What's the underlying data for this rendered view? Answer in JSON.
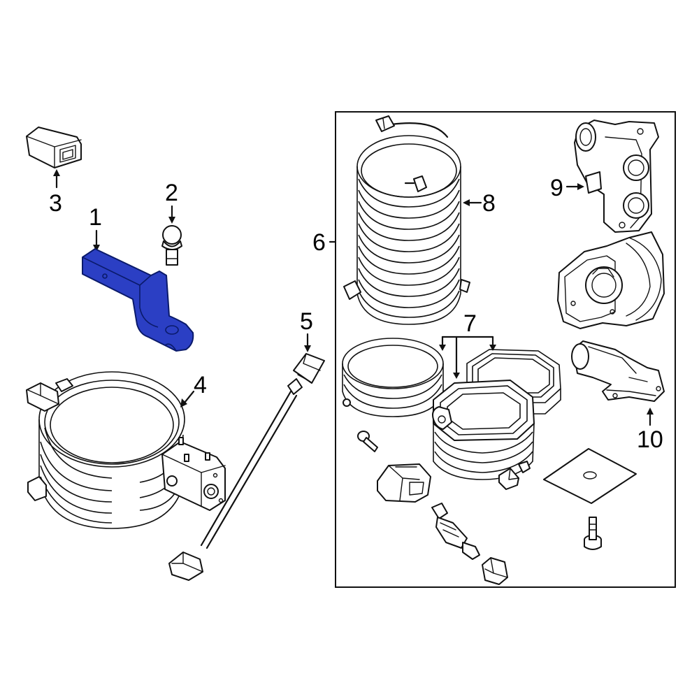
{
  "diagram": {
    "callouts": [
      {
        "id": "1",
        "label": "1"
      },
      {
        "id": "2",
        "label": "2"
      },
      {
        "id": "3",
        "label": "3"
      },
      {
        "id": "4",
        "label": "4"
      },
      {
        "id": "5",
        "label": "5"
      },
      {
        "id": "6",
        "label": "6"
      },
      {
        "id": "7",
        "label": "7"
      },
      {
        "id": "8",
        "label": "8"
      },
      {
        "id": "9",
        "label": "9"
      },
      {
        "id": "10",
        "label": "10"
      }
    ],
    "highlight_color": "#2b3fc4",
    "highlighted_part": "1"
  }
}
